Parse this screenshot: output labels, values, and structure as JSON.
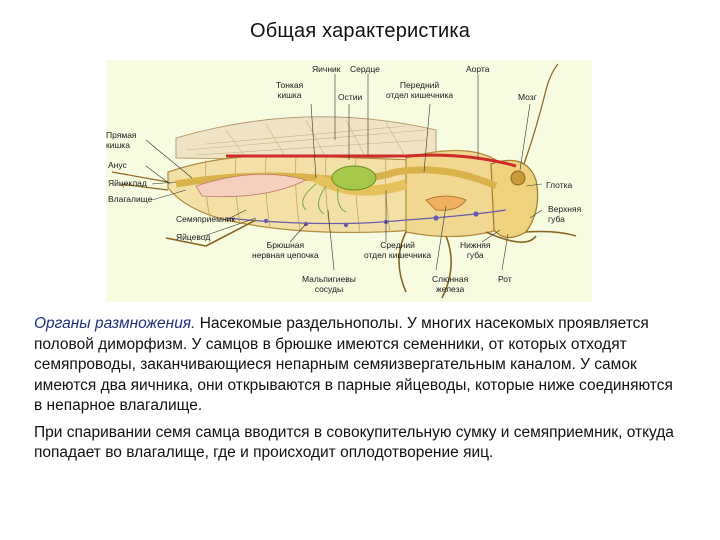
{
  "slide": {
    "title": "Общая характеристика"
  },
  "figure": {
    "labels": {
      "ovary": "Яичник",
      "heart": "Сердце",
      "aorta": "Аорта",
      "midgut_small": "Тонкая\nкишка",
      "ostia": "Остии",
      "foregut_section": "Передний\nотдел кишечника",
      "brain": "Мозг",
      "rectum": "Прямая\nкишка",
      "anus": "Анус",
      "ovipositor": "Яйцеклад",
      "vagina": "Влагалище",
      "seminal_receptacle": "Семяприемник",
      "oviduct": "Яйцевод",
      "ventral_nerve_cord": "Брюшная\nнервная цепочка",
      "midgut_section": "Средний\nотдел кишечника",
      "lower_lip": "Нижняя\nгуба",
      "pharynx": "Глотка",
      "upper_lip": "Верхняя\nгуба",
      "malpighian_tubules": "Мальпигиевы\nсосуды",
      "salivary_gland": "Слюнная\nжелеза",
      "mouth": "Рот"
    }
  },
  "text": {
    "lead": "Органы размножения.",
    "p1_rest": " Насекомые раздельнополы. У многих насекомых проявляется половой диморфизм. У самцов в брюшке имеются семенники, от которых отходят семяпроводы, заканчивающиеся непарным семяизвергательным каналом. У самок имеются два яичника, они открываются в парные яйцеводы, которые ниже соединяются в непарное влагалище.",
    "p2": "При спаривании семя самца вводится в совокупительную сумку и семяприемник, откуда попадает во влагалище, где и происходит оплодотворение яиц."
  }
}
